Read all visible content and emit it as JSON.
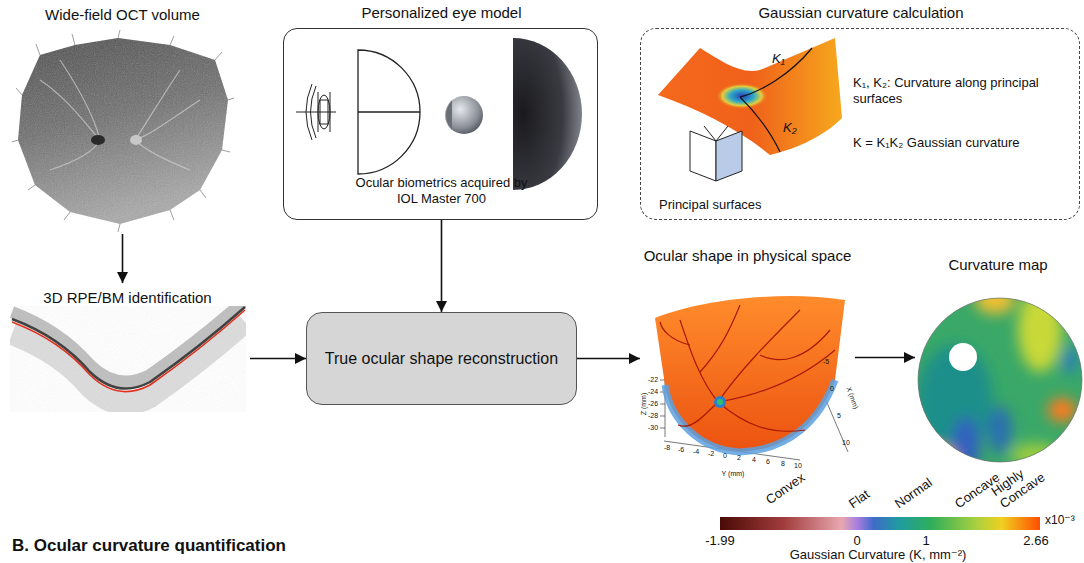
{
  "diagram": {
    "title": "B. Ocular curvature quantification",
    "nodes": [
      {
        "text": [
          "Wide-field OCT volume"
        ]
      },
      {
        "text": [
          "Personalized eye model",
          "Ocular biometrics acquired by IOL Master 700"
        ]
      },
      {
        "text": [
          "Gaussian curvature calculation",
          "K₁, K₂: Curvature along principal surfaces",
          "K = K₁K₂ Gaussian curvature",
          "Principal surfaces"
        ]
      },
      {
        "text": [
          "3D RPE/BM identification"
        ]
      },
      {
        "text": [
          "True ocular shape reconstruction"
        ]
      },
      {
        "text": [
          "Ocular shape in physical space"
        ]
      },
      {
        "text": [
          "Curvature map"
        ]
      }
    ],
    "edges": [
      {
        "from": 0,
        "to": 3,
        "arrow": "to"
      },
      {
        "from": 1,
        "to": 4,
        "arrow": "to"
      },
      {
        "from": 3,
        "to": 4,
        "arrow": "to"
      },
      {
        "from": 4,
        "to": 5,
        "arrow": "to"
      },
      {
        "from": 5,
        "to": 6,
        "arrow": "to"
      }
    ],
    "labels": [
      "K₁",
      "K₂",
      "-22",
      "-24",
      "-26",
      "-28",
      "-30",
      "Z (mm)",
      "-8",
      "-6",
      "-4",
      "-2",
      "0",
      "2",
      "4",
      "6",
      "8",
      "10",
      "Y (mm)",
      "-5",
      "0",
      "5",
      "10",
      "X (mm)",
      "Convex",
      "Flat",
      "Normal",
      "Concave",
      "Highly Concave",
      "-1.99",
      "0",
      "1",
      "2.66",
      "x10⁻³",
      "Gaussian Curvature (K, mm⁻²)"
    ]
  }
}
